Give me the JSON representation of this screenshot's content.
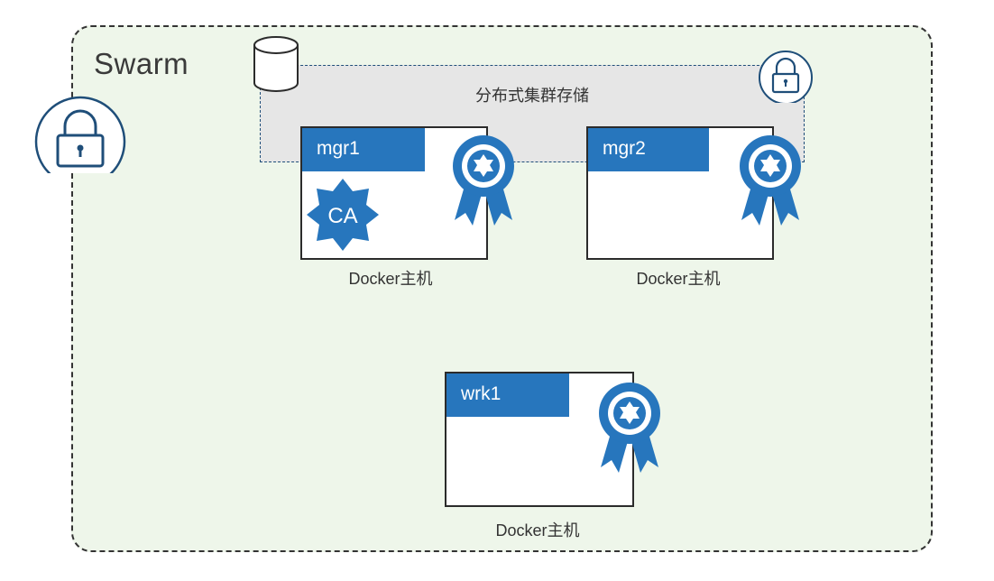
{
  "swarm": {
    "title": "Swarm"
  },
  "storage": {
    "label": "分布式集群存储"
  },
  "hosts": [
    {
      "name": "mgr1",
      "caption": "Docker主机",
      "role": "manager",
      "has_ca": true
    },
    {
      "name": "mgr2",
      "caption": "Docker主机",
      "role": "manager",
      "has_ca": false
    },
    {
      "name": "wrk1",
      "caption": "Docker主机",
      "role": "worker",
      "has_ca": false
    }
  ],
  "ca": {
    "label": "CA"
  },
  "colors": {
    "accent": "#2776bd",
    "background": "#eef6ea",
    "storage_fill": "#e6e6e6",
    "icon_outline": "#1f4e79"
  },
  "icons": [
    "lock-icon",
    "database-icon",
    "certificate-icon",
    "ca-badge-icon"
  ]
}
